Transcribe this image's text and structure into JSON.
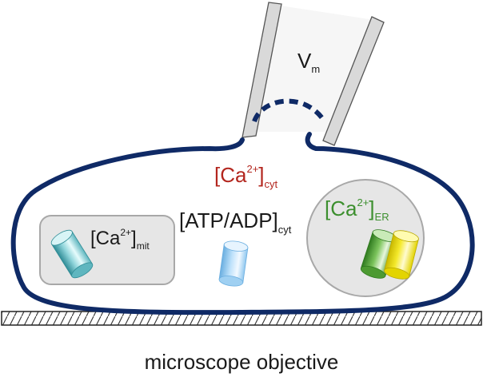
{
  "labels": {
    "membrane_potential": {
      "main": "V",
      "sub": "m"
    },
    "ca_cytosol": {
      "main": "[Ca",
      "sup": "2+",
      "close": "]",
      "sub": "cyt"
    },
    "atp_adp": {
      "main": "[ATP/ADP]",
      "sub": "cyt"
    },
    "ca_mito": {
      "main": "[Ca",
      "sup": "2+",
      "close": "]",
      "sub": "mit"
    },
    "ca_er": {
      "main": "[Ca",
      "sup": "2+",
      "close": "]",
      "sub": "ER"
    },
    "objective": "microscope objective"
  },
  "colors": {
    "membrane": "#0f2a66",
    "ca_cyt_text": "#b3261e",
    "ca_er_text": "#3c8f2e",
    "text": "#1a1a1a",
    "compartment_fill": "#e6e6e6",
    "compartment_stroke": "#a8a8a8",
    "pipette_glass": "#d9d9d9",
    "sensor_cyan": "#6ec3cb",
    "sensor_blue": "#9fd0f2",
    "sensor_green": "#5aa63c",
    "sensor_yellow": "#f2e600"
  }
}
